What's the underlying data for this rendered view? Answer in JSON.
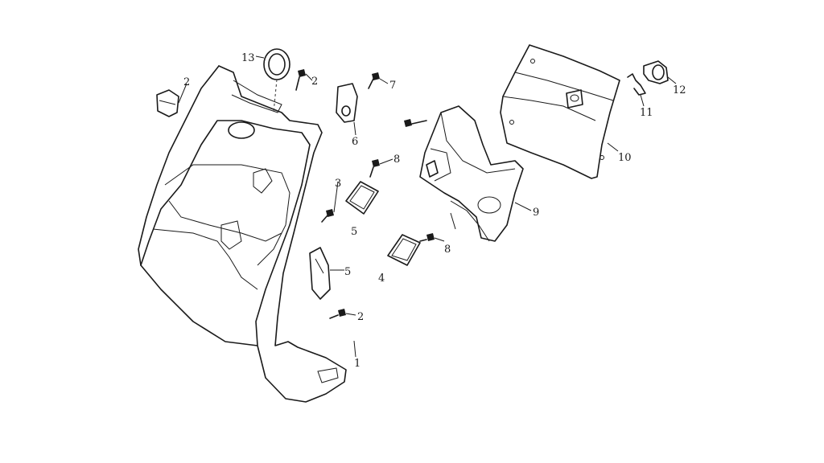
{
  "callouts": [
    {
      "id": "c2a",
      "text": "2"
    },
    {
      "id": "c13",
      "text": "13"
    },
    {
      "id": "c2b",
      "text": "2"
    },
    {
      "id": "c7",
      "text": "7"
    },
    {
      "id": "c6",
      "text": "6"
    },
    {
      "id": "c8",
      "text": "8"
    },
    {
      "id": "c3",
      "text": "3"
    },
    {
      "id": "c5",
      "text": "5"
    },
    {
      "id": "c4",
      "text": "4"
    },
    {
      "id": "c8b",
      "text": "8"
    },
    {
      "id": "c9",
      "text": "9"
    },
    {
      "id": "c10",
      "text": "10"
    },
    {
      "id": "c11",
      "text": "11"
    },
    {
      "id": "c12",
      "text": "12"
    },
    {
      "id": "c5b",
      "text": "5"
    },
    {
      "id": "c2c",
      "text": "2"
    },
    {
      "id": "c1",
      "text": "1"
    }
  ]
}
